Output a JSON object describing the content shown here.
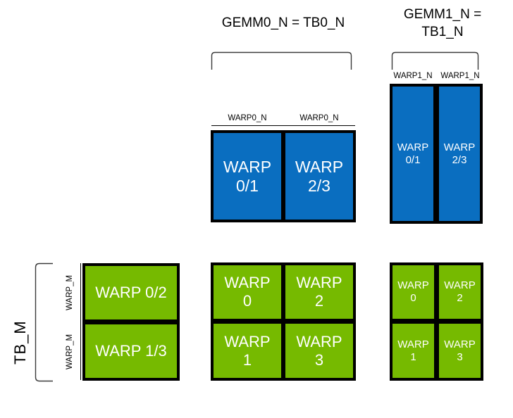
{
  "diagram": {
    "title_hidden": "",
    "colors": {
      "green": "#76BA00",
      "blue": "#0A6EC0",
      "outline": "#000000",
      "text_on_fill": "#FFFFFF",
      "background": "#FFFFFF"
    },
    "headings": {
      "gemm0": "GEMM0_N = TB0_N",
      "gemm1": "GEMM1_N =\nTB1_N"
    },
    "axis_labels": {
      "tb_m": "TB_M",
      "warp_m_top": "WARP_M",
      "warp_m_bottom": "WARP_M",
      "warp0_n_left": "WARP0_N",
      "warp0_n_right": "WARP0_N",
      "warp1_n_left": "WARP1_N",
      "warp1_n_right": "WARP1_N"
    },
    "blocks": {
      "gemm0_blue": {
        "name": "gemm0-warp-row",
        "cells": [
          {
            "line1": "WARP",
            "line2": "0/1"
          },
          {
            "line1": "WARP",
            "line2": "2/3"
          }
        ]
      },
      "gemm1_blue": {
        "name": "gemm1-warp-row",
        "cells": [
          {
            "line1": "WARP",
            "line2": "0/1"
          },
          {
            "line1": "WARP",
            "line2": "2/3"
          }
        ]
      },
      "tb_m_green": {
        "name": "tb-m-warp-column",
        "cells": [
          {
            "line1": "WARP 0/2",
            "line2": ""
          },
          {
            "line1": "WARP 1/3",
            "line2": ""
          }
        ]
      },
      "gemm0_green": {
        "name": "gemm0-warp-grid",
        "cells": [
          {
            "line1": "WARP",
            "line2": "0"
          },
          {
            "line1": "WARP",
            "line2": "2"
          },
          {
            "line1": "WARP",
            "line2": "1"
          },
          {
            "line1": "WARP",
            "line2": "3"
          }
        ]
      },
      "gemm1_green": {
        "name": "gemm1-warp-grid",
        "cells": [
          {
            "line1": "WARP",
            "line2": "0"
          },
          {
            "line1": "WARP",
            "line2": "2"
          },
          {
            "line1": "WARP",
            "line2": "1"
          },
          {
            "line1": "WARP",
            "line2": "3"
          }
        ]
      }
    }
  }
}
